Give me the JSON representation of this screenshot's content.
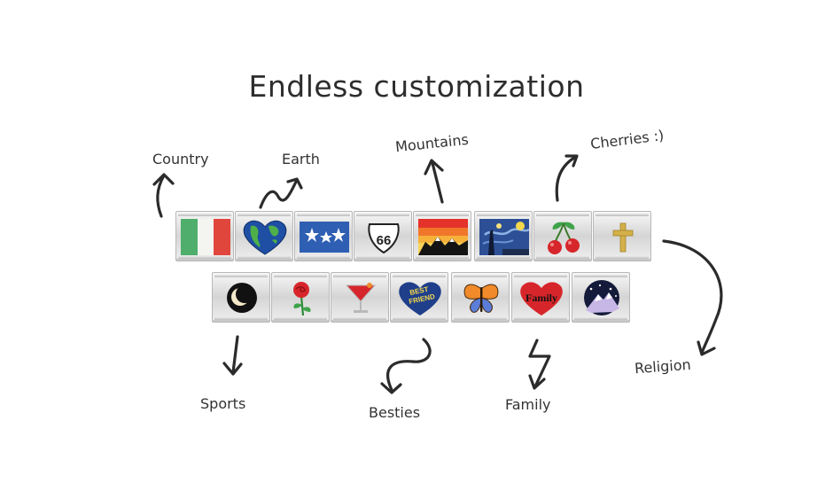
{
  "title": "Endless customization",
  "labels": {
    "country": "Country",
    "earth": "Earth",
    "mountains": "Mountains",
    "cherries": "Cherries :)",
    "religion": "Religion",
    "sports": "Sports",
    "besties": "Besties",
    "family": "Family"
  },
  "charms": {
    "row1": [
      "italy-flag-icon",
      "earth-heart-icon",
      "stars-icon",
      "route-66-icon",
      "mountain-sunset-icon",
      "starry-night-icon",
      "cherries-icon",
      "cross-icon"
    ],
    "row2": [
      "moon-icon",
      "rose-icon",
      "cocktail-icon",
      "best-friend-heart-icon",
      "butterfly-icon",
      "family-heart-icon",
      "night-mountain-icon"
    ]
  },
  "charm_text": {
    "route66": "66",
    "best": "BEST",
    "friend": "FRIEND",
    "family": "Family"
  }
}
